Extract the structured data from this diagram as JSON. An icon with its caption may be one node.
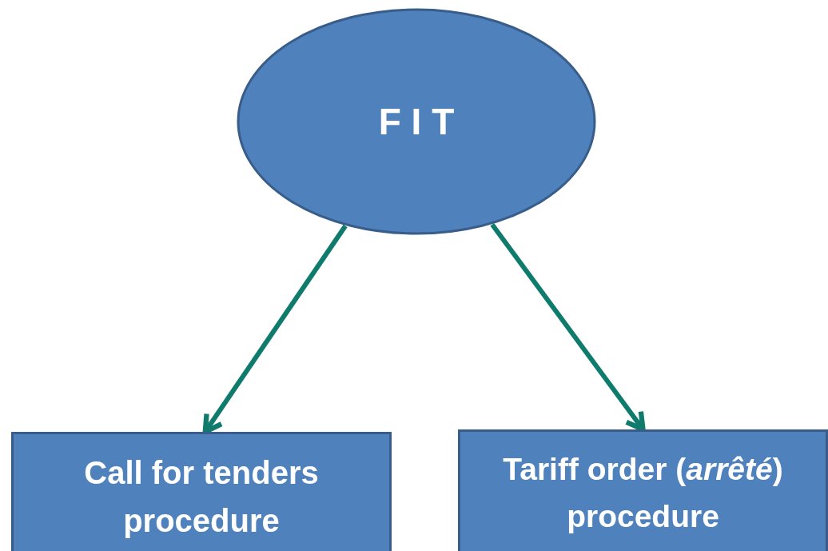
{
  "diagram": {
    "nodes": [
      {
        "text": [
          "F I T"
        ]
      },
      {
        "text": [
          "Call for tenders procedure"
        ]
      },
      {
        "text": [
          "Tariff order (*arrêté*) procedure"
        ]
      }
    ],
    "edges": [
      {
        "from": 0,
        "to": 1,
        "arrow": "to"
      },
      {
        "from": 0,
        "to": 2,
        "arrow": "to"
      }
    ]
  }
}
